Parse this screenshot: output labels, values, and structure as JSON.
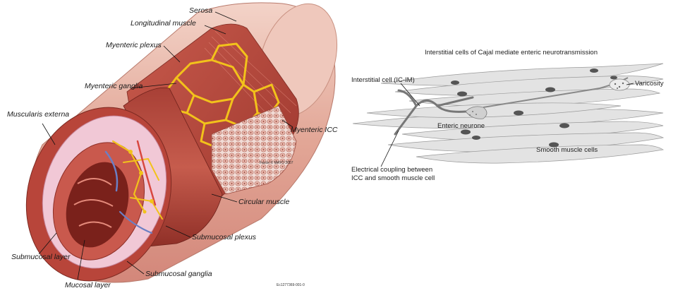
{
  "left_figure": {
    "labels": {
      "serosa": "Serosa",
      "longitudinal_muscle": "Longitudinal muscle",
      "myenteric_plexus": "Myenteric plexus",
      "myenteric_ganglia": "Myenteric ganglia",
      "muscularis_externa": "Muscularis externa",
      "myenteric_icc": "Myenteric ICC",
      "circular_muscle": "Circular muscle",
      "submucosal_plexus": "Submucosal plexus",
      "submucosal_layer": "Submucosal layer",
      "mucosal_layer": "Mucosal layer",
      "submucosal_ganglia": "Submucosal ganglia"
    },
    "credit": "Factor © MAYO 2007",
    "figure_code": "Ec1277369-001-0",
    "colors": {
      "serosa": "#e8b7aa",
      "muscle": "#b8453a",
      "muscle_dark": "#8e2f27",
      "plexus": "#f2c21b",
      "submucosa": "#f1c8d6",
      "mucosa": "#c9594d"
    }
  },
  "right_figure": {
    "title": "Interstitial cells of Cajal mediate enteric neurotransmission",
    "labels": {
      "interstitial_cell": "Interstitial cell (IC-IM)",
      "varicosity": "Varicosity",
      "enteric_neurone": "Enteric neurone",
      "smooth_muscle_cells": "Smooth muscle cells",
      "electrical_coupling_line1": "Electrical coupling between",
      "electrical_coupling_line2": "ICC and smooth muscle cell"
    },
    "colors": {
      "cell_fill": "#e3e3e3",
      "cell_stroke": "#9a9a9a",
      "nucleus": "#555555",
      "icc": "#777777"
    }
  }
}
